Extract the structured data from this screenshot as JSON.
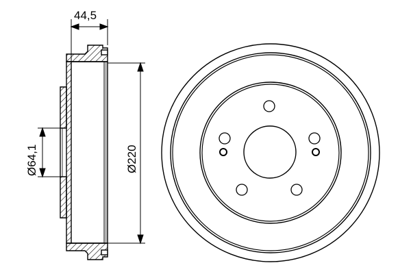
{
  "drawing": {
    "subject": "brake drum technical drawing",
    "views": [
      "side-section",
      "front"
    ],
    "line_color": "#000000",
    "background": "#ffffff"
  },
  "dimensions": {
    "width": "44,5",
    "hub_bore": "Ø64,1",
    "drum_diameter": "Ø220"
  },
  "front_view": {
    "bolt_holes": 5,
    "pin_holes": 2
  }
}
